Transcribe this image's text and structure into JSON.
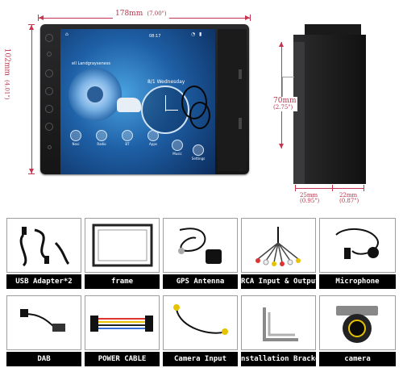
{
  "dimensions": {
    "width": {
      "mm": "178mm",
      "inch": "(7.00\")"
    },
    "height": {
      "mm": "102mm",
      "inch": "(4.01\")"
    },
    "depth": {
      "mm": "70mm",
      "inch": "(2.75\")"
    },
    "side_a": {
      "mm": "25mm",
      "inch": "(0.95\")"
    },
    "side_b": {
      "mm": "22mm",
      "inch": "(0.87\")"
    }
  },
  "screen": {
    "time": "08:17",
    "widget_label": "ell Landgrayseness",
    "date": "8/1 Wednesday",
    "apps": [
      {
        "label": "Navi",
        "icon": "navigation-icon"
      },
      {
        "label": "Radio",
        "icon": "radio-icon"
      },
      {
        "label": "BT",
        "icon": "bluetooth-icon"
      },
      {
        "label": "Apps",
        "icon": "apps-icon"
      },
      {
        "label": "Music",
        "icon": "music-icon"
      },
      {
        "label": "Settings",
        "icon": "settings-icon"
      }
    ]
  },
  "accessories": [
    {
      "label": "USB Adapter*2",
      "icon": "usb-cable-icon"
    },
    {
      "label": "frame",
      "icon": "frame-icon"
    },
    {
      "label": "GPS Antenna",
      "icon": "gps-antenna-icon"
    },
    {
      "label": "RCA Input & Output",
      "icon": "rca-cable-icon"
    },
    {
      "label": "Microphone",
      "icon": "microphone-icon"
    },
    {
      "label": "DAB",
      "icon": "dab-antenna-icon"
    },
    {
      "label": "POWER CABLE",
      "icon": "power-cable-icon"
    },
    {
      "label": "Camera Input",
      "icon": "camera-input-cable-icon"
    },
    {
      "label": "nstallation Bracket",
      "icon": "bracket-icon"
    },
    {
      "label": "camera",
      "icon": "camera-icon"
    }
  ],
  "colors": {
    "dimension": "#c7344f",
    "label_bg": "#000000",
    "label_text": "#ffffff"
  }
}
